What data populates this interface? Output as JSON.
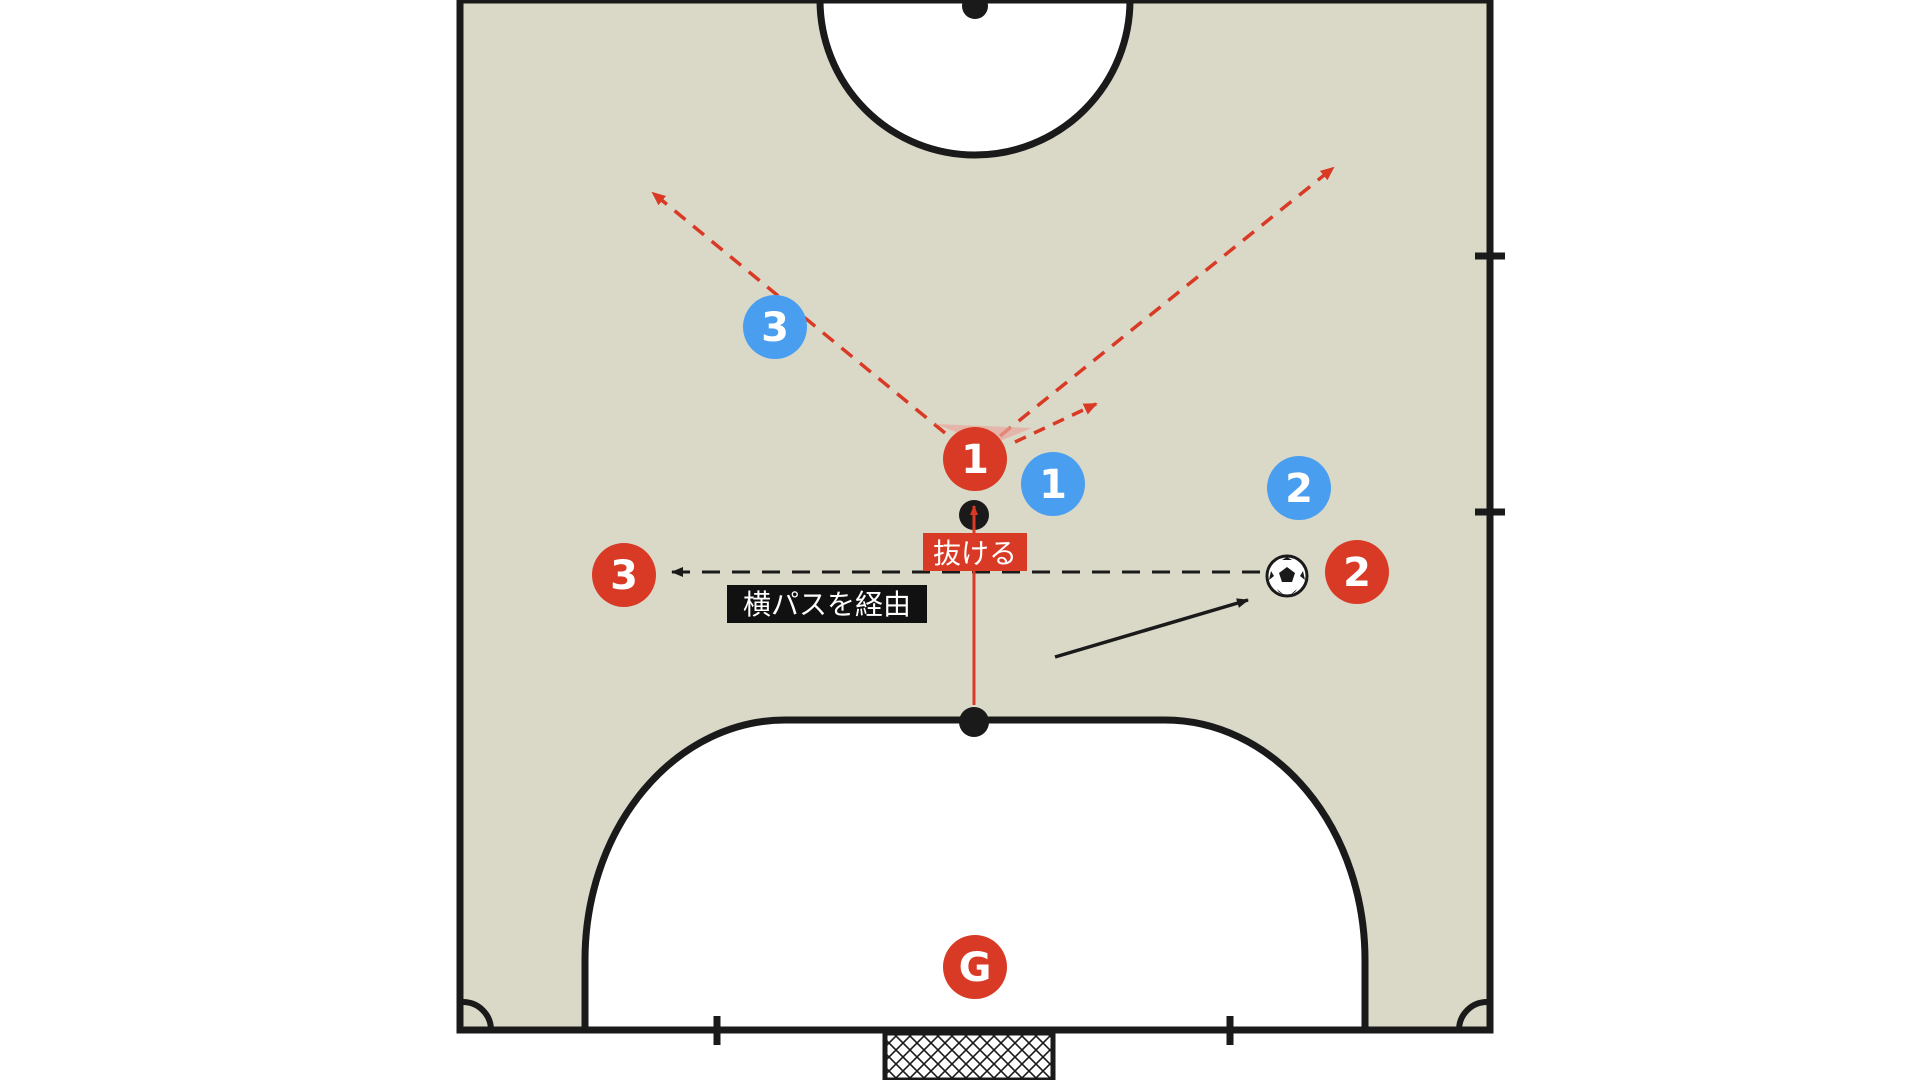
{
  "colors": {
    "court": "#dad9c8",
    "line": "#1a1a1a",
    "attacker": "#d93a26",
    "defender": "#4a9ef0",
    "white": "#ffffff"
  },
  "players": {
    "attacker_1": "1",
    "attacker_2": "2",
    "attacker_3": "3",
    "goalkeeper": "G",
    "defender_1": "1",
    "defender_2": "2",
    "defender_3": "3"
  },
  "labels": {
    "run_through": "抜ける",
    "lateral_pass": "横パスを経由"
  },
  "icons": {
    "ball": "soccer-ball-icon",
    "goal_net": "goal-net-icon"
  }
}
